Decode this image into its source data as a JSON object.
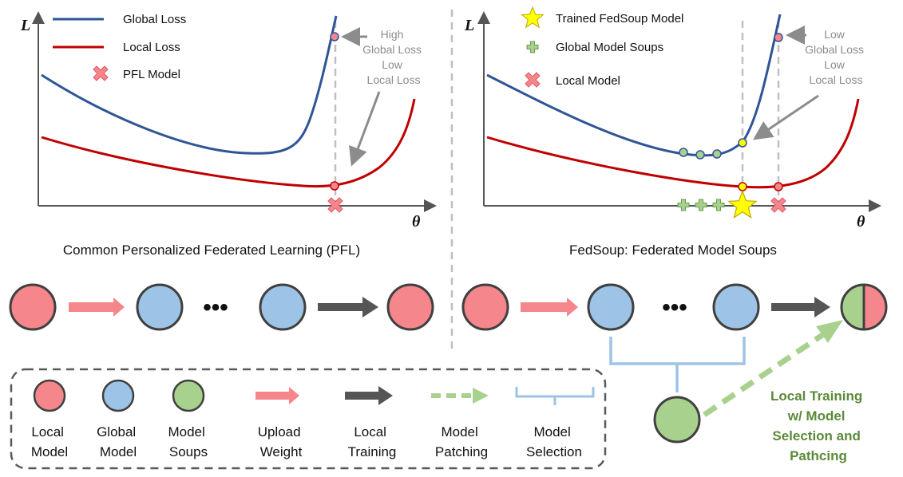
{
  "colors": {
    "global_curve": "#2f5597",
    "local_curve": "#c00000",
    "red_node": "#f4868c",
    "blue_node": "#9dc3e6",
    "green_node": "#a9d18e",
    "star": "#ffff00",
    "annotation": "#8c8c8c",
    "selection_bracket": "#9dc3e6",
    "patch_arrow": "#a9d18e"
  },
  "left_panel": {
    "y_axis_label": "L",
    "x_axis_label": "θ",
    "legend": {
      "global_loss": "Global Loss",
      "local_loss": "Local Loss",
      "pfl_model": "PFL Model"
    },
    "annotation": [
      "High",
      "Global Loss",
      "Low",
      "Local Loss"
    ],
    "caption": "Common Personalized Federated Learning (PFL)"
  },
  "right_panel": {
    "y_axis_label": "L",
    "x_axis_label": "θ",
    "legend": {
      "trained": "Trained FedSoup Model",
      "soups": "Global Model Soups",
      "local": "Local Model"
    },
    "annotation": [
      "Low",
      "Global Loss",
      "Low",
      "Local Loss"
    ],
    "caption": "FedSoup: Federated Model Soups"
  },
  "flow": {
    "ellipsis_left": "•••",
    "ellipsis_right": "•••",
    "patching_label": [
      "Local Training",
      "w/ Model",
      "Selection and",
      "Pathcing"
    ]
  },
  "key_legend": {
    "local_model": [
      "Local",
      "Model"
    ],
    "global_model": [
      "Global",
      "Model"
    ],
    "model_soups": [
      "Model",
      "Soups"
    ],
    "upload_weight": [
      "Upload",
      "Weight"
    ],
    "local_training": [
      "Local",
      "Training"
    ],
    "model_patching": [
      "Model",
      "Patching"
    ],
    "model_selection": [
      "Model",
      "Selection"
    ]
  }
}
